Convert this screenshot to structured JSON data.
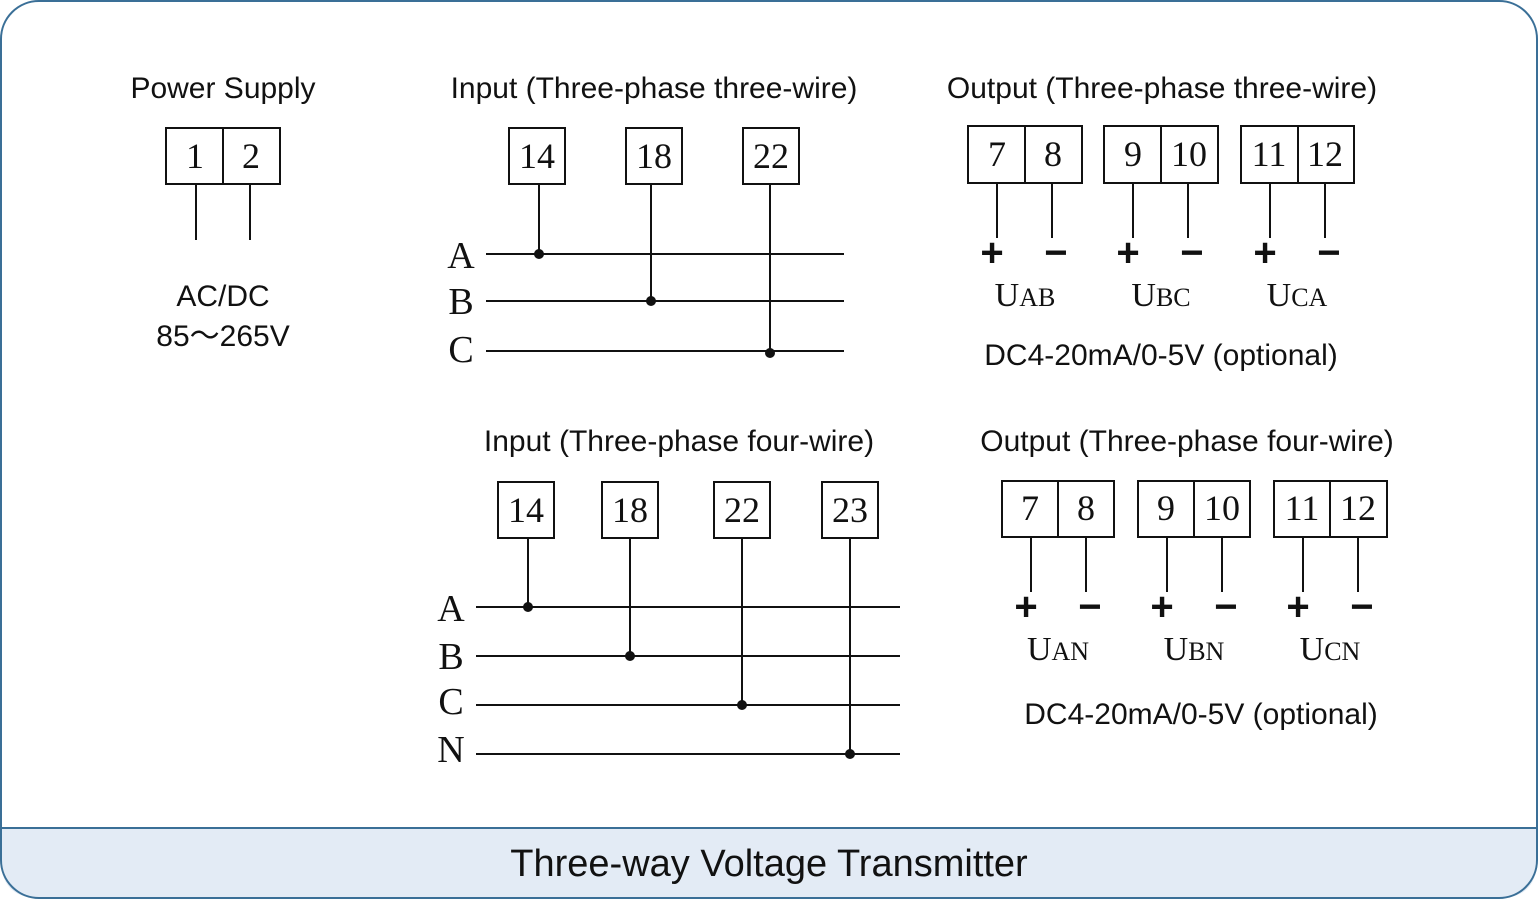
{
  "title": "Three-way Voltage Transmitter",
  "power_supply": {
    "heading": "Power Supply",
    "terminals": [
      "1",
      "2"
    ],
    "spec_line1": "AC/DC",
    "spec_line2": "85～265V"
  },
  "input_3p3w": {
    "heading": "Input (Three-phase three-wire)",
    "terminals": [
      "14",
      "18",
      "22"
    ],
    "phases": [
      "A",
      "B",
      "C"
    ]
  },
  "output_3p3w": {
    "heading": "Output (Three-phase three-wire)",
    "terminal_pairs": [
      [
        "7",
        "8"
      ],
      [
        "9",
        "10"
      ],
      [
        "11",
        "12"
      ]
    ],
    "signs": [
      "+",
      "−"
    ],
    "channels": [
      {
        "main": "U",
        "sub": "AB"
      },
      {
        "main": "U",
        "sub": "BC"
      },
      {
        "main": "U",
        "sub": "CA"
      }
    ],
    "note": "DC4-20mA/0-5V (optional)"
  },
  "input_3p4w": {
    "heading": "Input (Three-phase four-wire)",
    "terminals": [
      "14",
      "18",
      "22",
      "23"
    ],
    "phases": [
      "A",
      "B",
      "C",
      "N"
    ]
  },
  "output_3p4w": {
    "heading": "Output (Three-phase four-wire)",
    "terminal_pairs": [
      [
        "7",
        "8"
      ],
      [
        "9",
        "10"
      ],
      [
        "11",
        "12"
      ]
    ],
    "signs": [
      "+",
      "−"
    ],
    "channels": [
      {
        "main": "U",
        "sub": "AN"
      },
      {
        "main": "U",
        "sub": "BN"
      },
      {
        "main": "U",
        "sub": "CN"
      }
    ],
    "note": "DC4-20mA/0-5V (optional)"
  },
  "colors": {
    "frame": "#3a6f97",
    "footer_bg": "#e3ebf5",
    "line": "#111111"
  }
}
